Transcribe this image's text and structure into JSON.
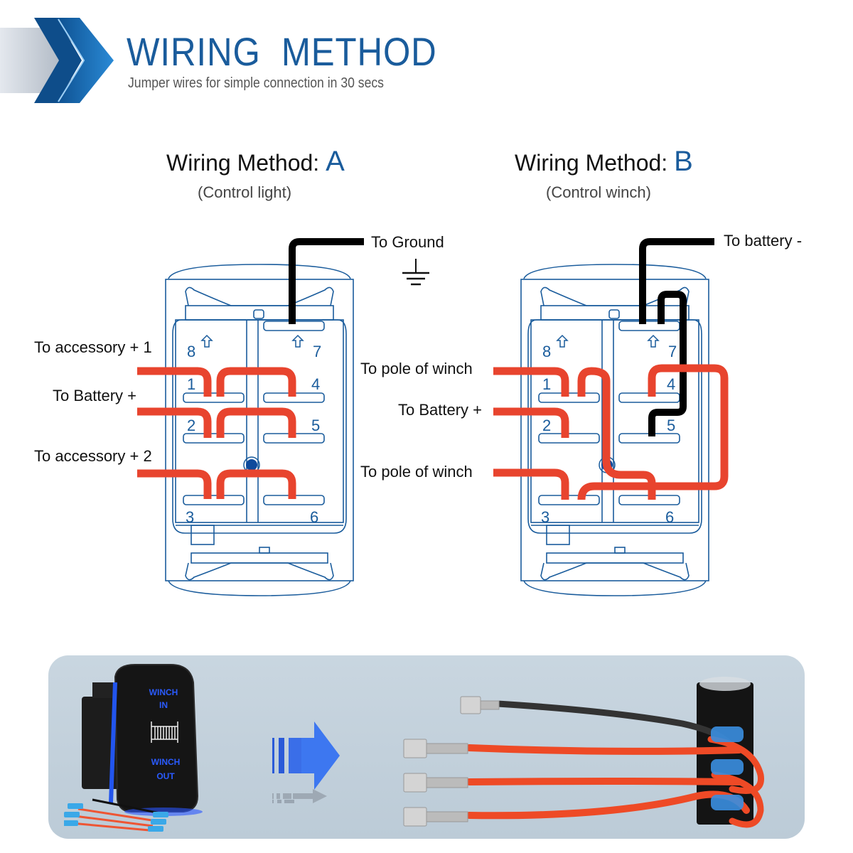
{
  "header": {
    "title": "WIRING  METHOD",
    "subtitle": "Jumper wires for simple connection in 30 secs",
    "brand_color": "#1a5c9c"
  },
  "methods": [
    {
      "title_prefix": "Wiring Method:",
      "letter": "A",
      "subtitle": "(Control light)",
      "labels": {
        "ground": "To Ground",
        "accessory1": "To accessory + 1",
        "battery_plus": "To Battery +",
        "accessory2": "To accessory + 2"
      },
      "pins": [
        "8",
        "7",
        "1",
        "4",
        "2",
        "5",
        "3",
        "6"
      ]
    },
    {
      "title_prefix": "Wiring Method:",
      "letter": "B",
      "subtitle": "(Control winch)",
      "labels": {
        "battery_minus": "To battery -",
        "winch_pole1": "To pole of winch",
        "battery_plus": "To Battery +",
        "winch_pole2": "To pole of winch"
      },
      "pins": [
        "8",
        "7",
        "1",
        "4",
        "2",
        "5",
        "3",
        "6"
      ]
    }
  ],
  "photo": {
    "switch_text_top": "WINCH IN",
    "switch_text_bottom": "WINCH OUT",
    "wire_colors": {
      "red": "#e8442e",
      "black": "#000000",
      "switch_outline": "#1a5c9c"
    }
  }
}
